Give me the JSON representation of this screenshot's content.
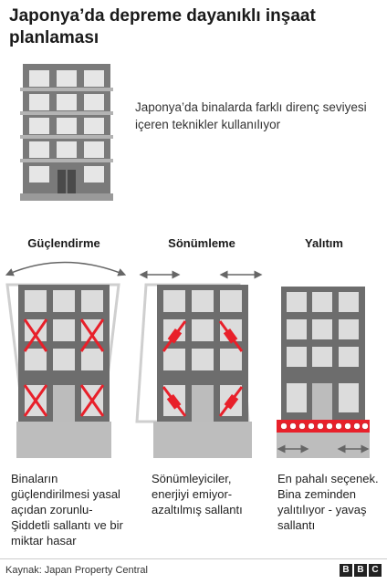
{
  "title": "Japonya’da depreme dayanıklı inşaat planlaması",
  "intro": "Japonya’da binalarda farklı direnç seviyesi içeren teknikler kullanılıyor",
  "columns": [
    {
      "heading": "Güçlendirme",
      "description": "Binaların güçlendirilmesi yasal açıdan zorunlu- Şiddetli sallantı ve bir miktar hasar"
    },
    {
      "heading": "Sönümleme",
      "description": "Sönümleyiciler, enerjiyi emiyor- azaltılmış sallantı"
    },
    {
      "heading": "Yalıtım",
      "description": "En pahalı seçenek. Bina zeminden yalıtılıyor - yavaş sallantı"
    }
  ],
  "source": "Kaynak: Japan Property Central",
  "logo_letters": [
    "B",
    "B",
    "C"
  ],
  "colors": {
    "building": "#6d6d6d",
    "window": "#dcdcdc",
    "accent_red": "#e8202a",
    "ground": "#bdbdbd"
  }
}
